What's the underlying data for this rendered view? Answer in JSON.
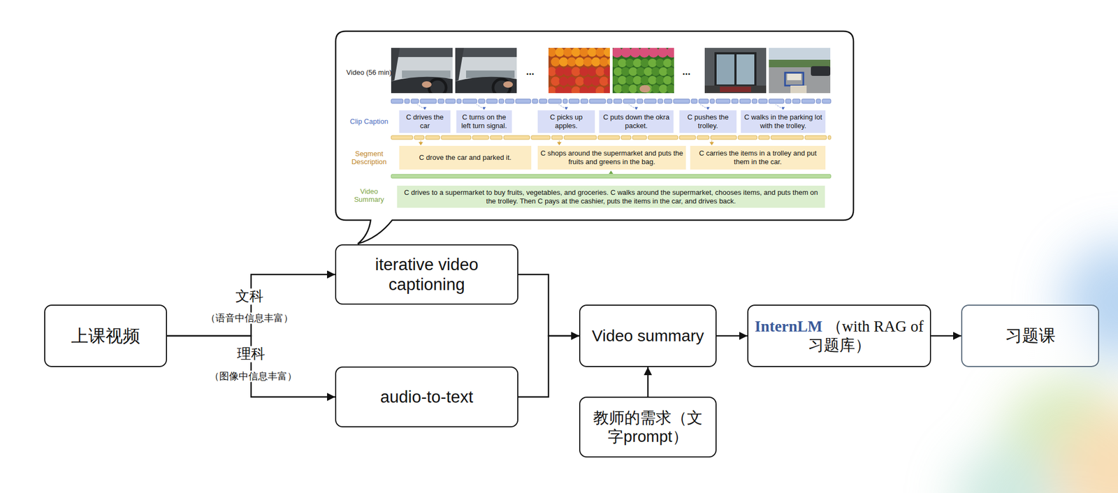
{
  "diagram": {
    "nodes": [
      {
        "text": [
          "Video (56 min)",
          "Clip Caption",
          "Segment Description",
          "Video Summary"
        ]
      },
      {
        "text": [
          "C drives the car"
        ],
        "in": 0
      },
      {
        "text": [
          "C turns on the left turn signal."
        ],
        "in": 0
      },
      {
        "text": [
          "C picks up apples."
        ],
        "in": 0
      },
      {
        "text": [
          "C puts down the okra packet."
        ],
        "in": 0
      },
      {
        "text": [
          "C pushes the trolley."
        ],
        "in": 0
      },
      {
        "text": [
          "C walks in the parking lot with the trolley."
        ],
        "in": 0
      },
      {
        "text": [
          "C drove the car and parked it."
        ],
        "in": 0
      },
      {
        "text": [
          "C shops around the supermarket and puts the fruits and greens in the bag."
        ],
        "in": 0
      },
      {
        "text": [
          "C carries the items in a trolley and put them in the car."
        ],
        "in": 0
      },
      {
        "text": [
          "C drives to a supermarket to buy fruits, vegetables, and groceries. C walks around the supermarket, chooses items, and puts them on the trolley. Then C pays at the cashier, puts the items in the car, and drives back."
        ],
        "in": 0
      },
      {
        "text": [
          "上课视频"
        ]
      },
      {
        "text": [
          "iterative video captioning"
        ]
      },
      {
        "text": [
          "audio-to-text"
        ]
      },
      {
        "text": [
          "Video summary"
        ]
      },
      {
        "text": [
          "教师的需求（文字prompt）"
        ]
      },
      {
        "text": [
          "InternLM",
          "（with RAG of 习题库）"
        ]
      },
      {
        "text": [
          "习题课"
        ]
      }
    ],
    "edges": [
      {
        "from": 11,
        "to": 12,
        "arrow": "to"
      },
      {
        "from": 11,
        "to": 13,
        "arrow": "to"
      },
      {
        "from": 12,
        "to": 14,
        "arrow": "to"
      },
      {
        "from": 13,
        "to": 14,
        "arrow": "to"
      },
      {
        "from": 15,
        "to": 14,
        "arrow": "to"
      },
      {
        "from": 14,
        "to": 16,
        "arrow": "to"
      },
      {
        "from": 16,
        "to": 17,
        "arrow": "to"
      }
    ],
    "labels": [
      "...",
      "...",
      "文科",
      "（语音中信息丰富）",
      "理科",
      "（图像中信息丰富）"
    ]
  }
}
